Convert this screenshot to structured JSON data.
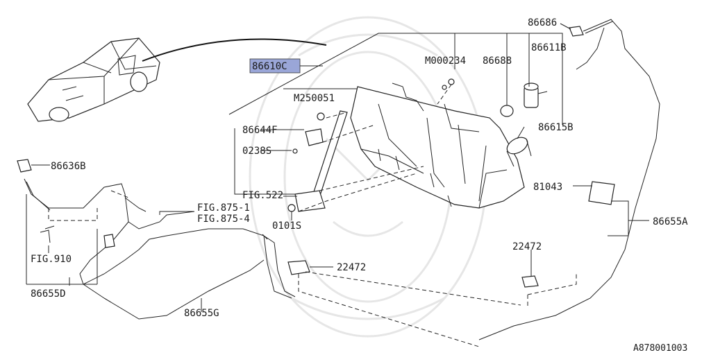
{
  "labels": {
    "p86686": "86686",
    "p86611b": "86611B",
    "m000234": "M000234",
    "p86688": "86688",
    "p86610c": "86610C",
    "m250051": "M250051",
    "p86644f": "86644F",
    "p0238s": "0238S",
    "fig522": "FIG.522",
    "p0101s": "0101S",
    "p86615b": "86615B",
    "p81043": "81043",
    "p86655a": "86655A",
    "p22472_right": "22472",
    "p22472_mid": "22472",
    "p86636b": "86636B",
    "fig875_1": "FIG.875-1",
    "fig875_4": "FIG.875-4",
    "fig910": "FIG.910",
    "p86655d": "86655D",
    "p86655g": "86655G"
  },
  "diagram_code": "A878001003",
  "highlight_color": "#9aa6d8"
}
